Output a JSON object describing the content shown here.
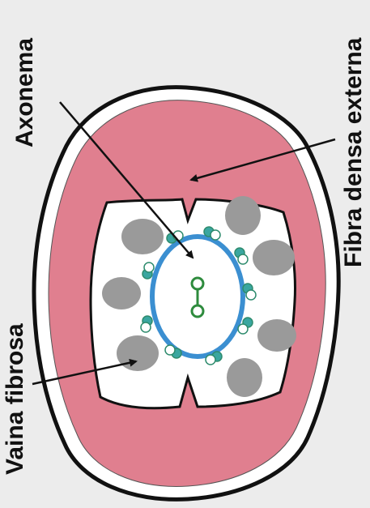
{
  "labels": {
    "axonema": "Axonema",
    "fibra_densa_externa": "Fibra densa externa",
    "vaina_fibrosa": "Vaina fibrosa"
  },
  "colors": {
    "background": "#ececec",
    "outer_membrane": "#111111",
    "fibrous_sheath": "#e07f8f",
    "dense_fiber_gray": "#9a9a9a",
    "microtubule_ring": "#3b8fd1",
    "doublet_teal": "#3aa6a0",
    "central_pair_green": "#2e8b3d"
  }
}
